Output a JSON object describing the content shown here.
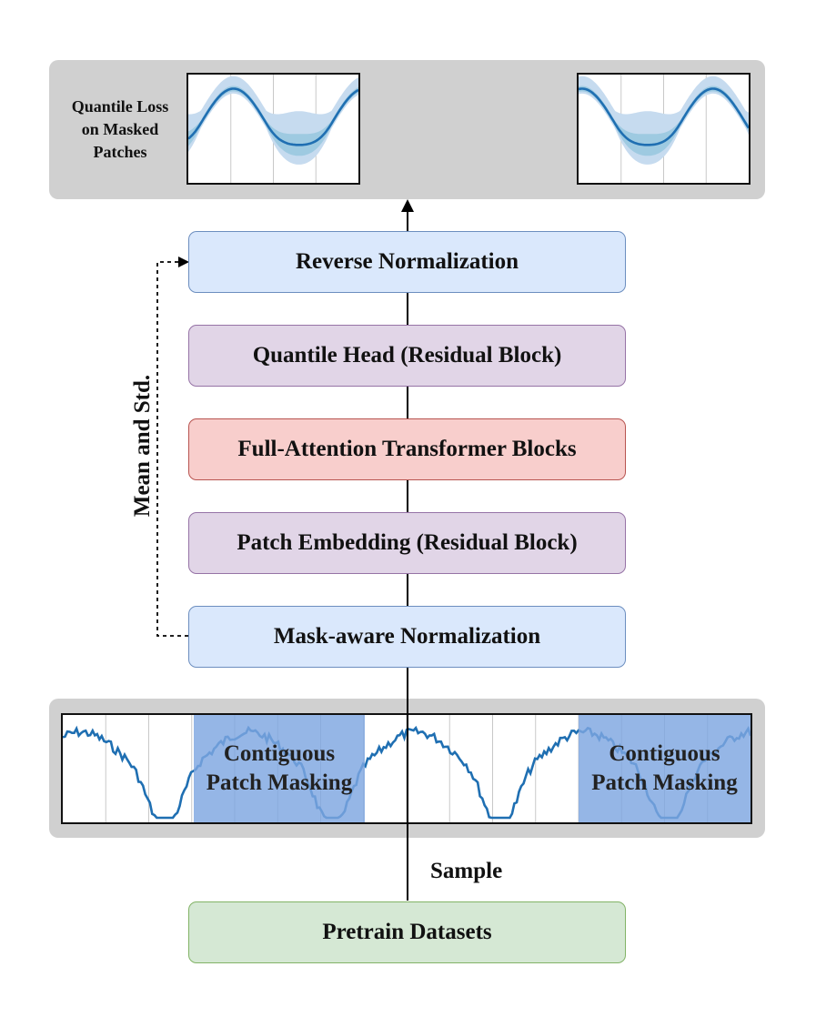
{
  "top_panel": {
    "loss_label_line1": "Quantile Loss",
    "loss_label_line2": "on Masked",
    "loss_label_line3": "Patches"
  },
  "blocks": {
    "reverse_norm": "Reverse Normalization",
    "quantile_head": "Quantile Head (Residual Block)",
    "transformer": "Full-Attention Transformer Blocks",
    "patch_embed": "Patch Embedding (Residual Block)",
    "mask_norm": "Mask-aware Normalization",
    "pretrain": "Pretrain Datasets"
  },
  "side_label": "Mean and Std.",
  "sample_label": "Sample",
  "mask_labels": {
    "left_line1": "Contiguous",
    "left_line2": "Patch Masking",
    "right_line1": "Contiguous",
    "right_line2": "Patch Masking"
  },
  "colors": {
    "series": "#1f6fb2",
    "mask": "#7ea6e0",
    "band_outer": "#c6dbef",
    "band_inner": "#9ecae1"
  }
}
